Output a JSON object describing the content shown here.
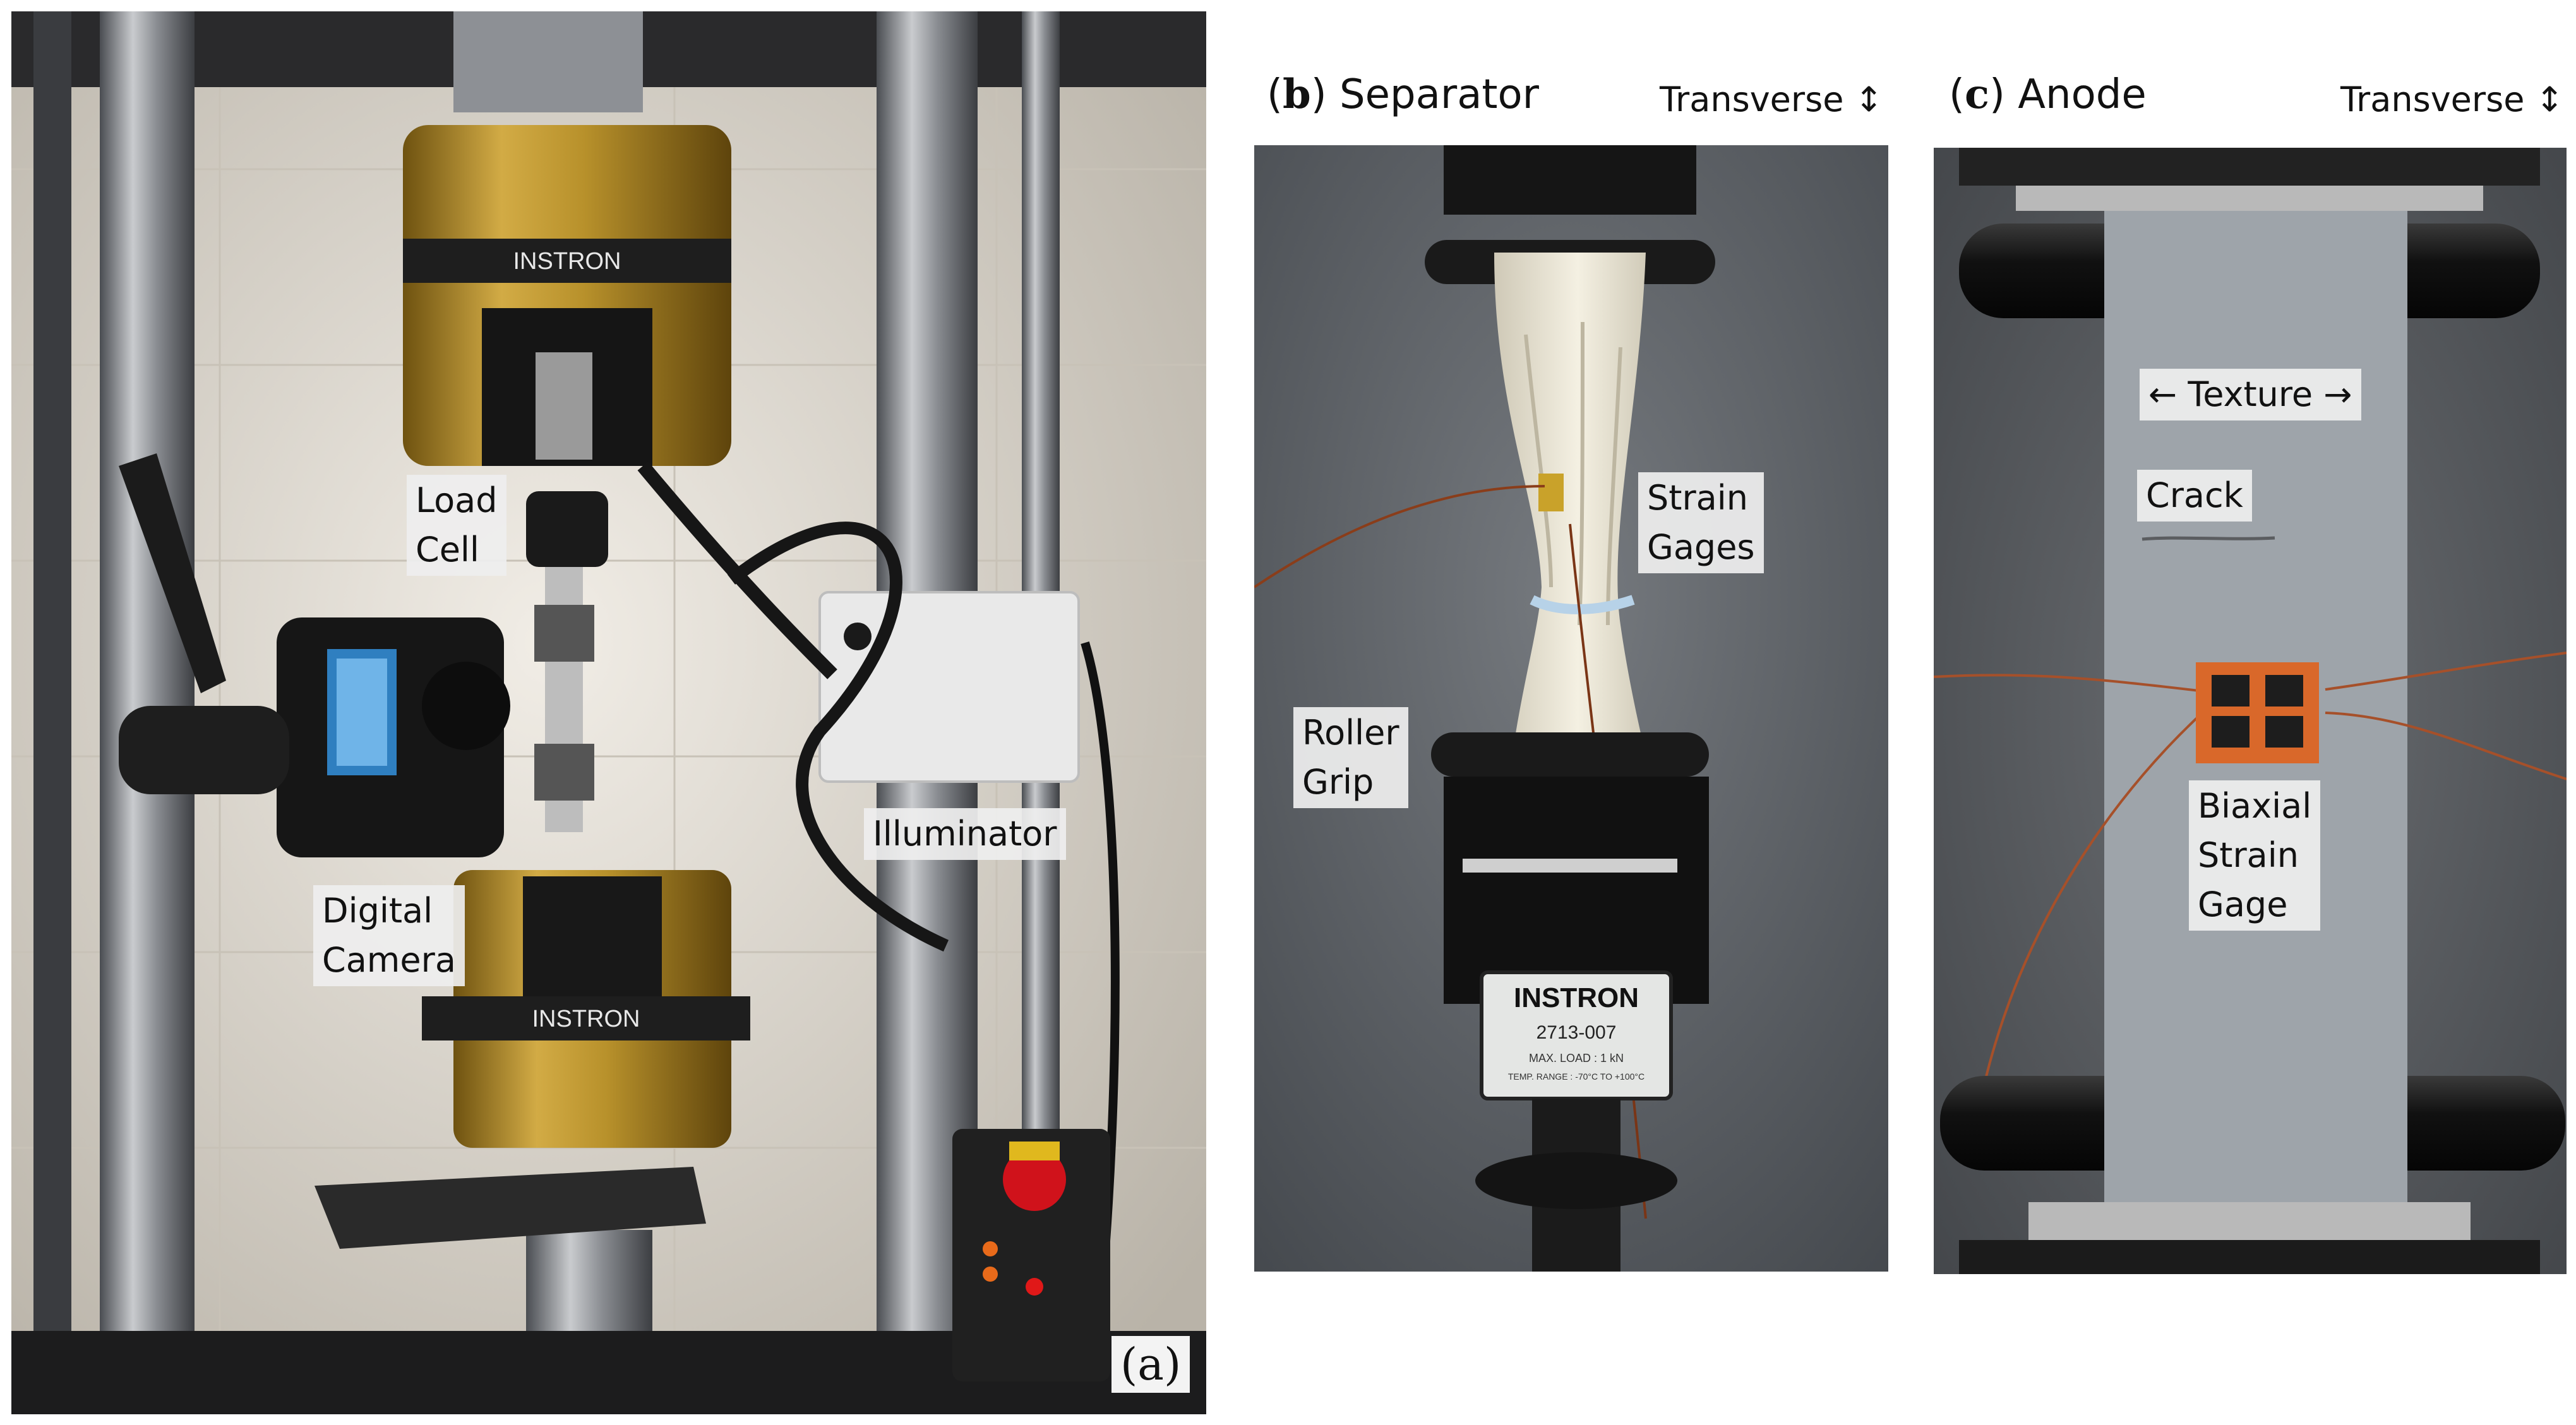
{
  "panels": {
    "a": {
      "letter": "(a)",
      "labels": {
        "load_cell": "Load\nCell",
        "digital_camera": "Digital\nCamera",
        "illuminator": "Illuminator"
      },
      "printed_marks": {
        "instron_upper": "INSTRON",
        "instron_lower": "INSTRON"
      }
    },
    "b": {
      "letter": "b",
      "title": "Separator",
      "direction": "Transverse ↕",
      "labels": {
        "strain_gages": "Strain\nGages",
        "roller_grip": "Roller\nGrip"
      },
      "grip_plate": {
        "brand": "INSTRON",
        "model": "2713-007",
        "max_load": "MAX. LOAD : 1 kN",
        "temp_range": "TEMP. RANGE : -70°C TO +100°C"
      }
    },
    "c": {
      "letter": "c",
      "title": "Anode",
      "direction": "Transverse ↕",
      "labels": {
        "texture": "← Texture →",
        "crack": "Crack",
        "biaxial": "Biaxial\nStrain\nGage"
      }
    }
  },
  "colors": {
    "brass": "#b8912b",
    "brass_dark": "#7a5a12",
    "column_steel": "#8a8d92",
    "backdrop_wall": "#ddd8cf",
    "backdrop_gray": "#5d6166",
    "separator_film": "#ece7d6",
    "anode_coating": "#9ea4aa",
    "gage_copper": "#d9682a"
  }
}
